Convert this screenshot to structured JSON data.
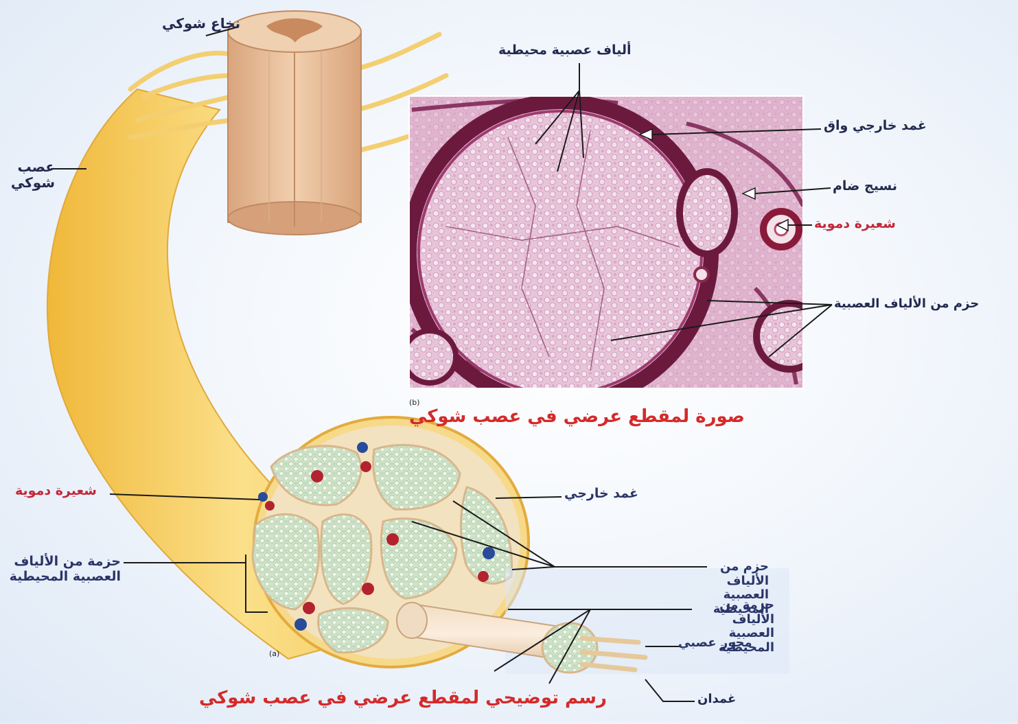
{
  "labels": {
    "spinal_cord": "نخاع شوكي",
    "spinal_nerve": "عصب شوكي",
    "peripheral_nerve_fibers": "ألياف عصبية محيطية",
    "outer_sheath_protective": "غمد خارجي واق",
    "connective_tissue": "نسيج ضام",
    "blood_capillary_b": "شعيرة دموية",
    "nerve_fiber_bundles_b": "حزم من الألياف العصبية",
    "panel_b": "(b)",
    "caption_b": "صورة لمقطع عرضي في عصب شوكي",
    "blood_capillary_a": "شعيرة دموية",
    "outer_sheath": "غمد خارجي",
    "bundle_peripheral_left": "حزمة من الألياف العصبية المحيطية",
    "bundles_peripheral_right": "حزم من الألياف العصبية المحيطية",
    "bundle_peripheral_right": "حزمة من الألياف العصبية المحيطية",
    "axon": "محور عصبي",
    "panel_a": "(a)",
    "sheaths": "غمدان",
    "caption_a": "رسم توضيحي لمقطع عرضي في عصب شوكي"
  },
  "colors": {
    "nerve_yellow": "#f1c85a",
    "tissue_pink": "#c98aa6",
    "sheath_dark": "#6b1a3e",
    "caption_red": "#d42a2a",
    "label_navy": "#2a3568",
    "capillary_red": "#c2283a"
  }
}
